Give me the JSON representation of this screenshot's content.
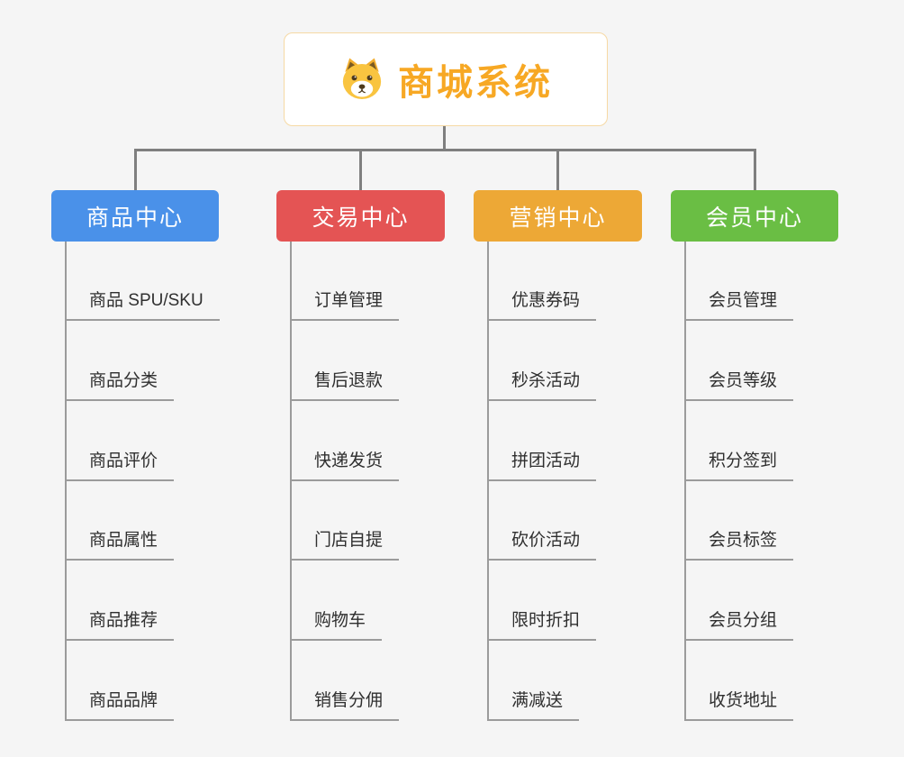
{
  "root": {
    "title": "商城系统",
    "icon": "dog-icon"
  },
  "branches": [
    {
      "label": "商品中心",
      "color": "#4a91e9",
      "children": [
        "商品 SPU/SKU",
        "商品分类",
        "商品评价",
        "商品属性",
        "商品推荐",
        "商品品牌"
      ]
    },
    {
      "label": "交易中心",
      "color": "#e45454",
      "children": [
        "订单管理",
        "售后退款",
        "快递发货",
        "门店自提",
        "购物车",
        "销售分佣"
      ]
    },
    {
      "label": "营销中心",
      "color": "#eda836",
      "children": [
        "优惠券码",
        "秒杀活动",
        "拼团活动",
        "砍价活动",
        "限时折扣",
        "满减送"
      ]
    },
    {
      "label": "会员中心",
      "color": "#6abe44",
      "children": [
        "会员管理",
        "会员等级",
        "积分签到",
        "会员标签",
        "会员分组",
        "收货地址"
      ]
    }
  ],
  "colors": {
    "background": "#f5f5f5",
    "connector": "#7f7f7f",
    "branch_line": "#9b9b9b",
    "root_text": "#f7a824",
    "root_border": "#f6d9a4",
    "child_text": "#2f2f2f"
  }
}
